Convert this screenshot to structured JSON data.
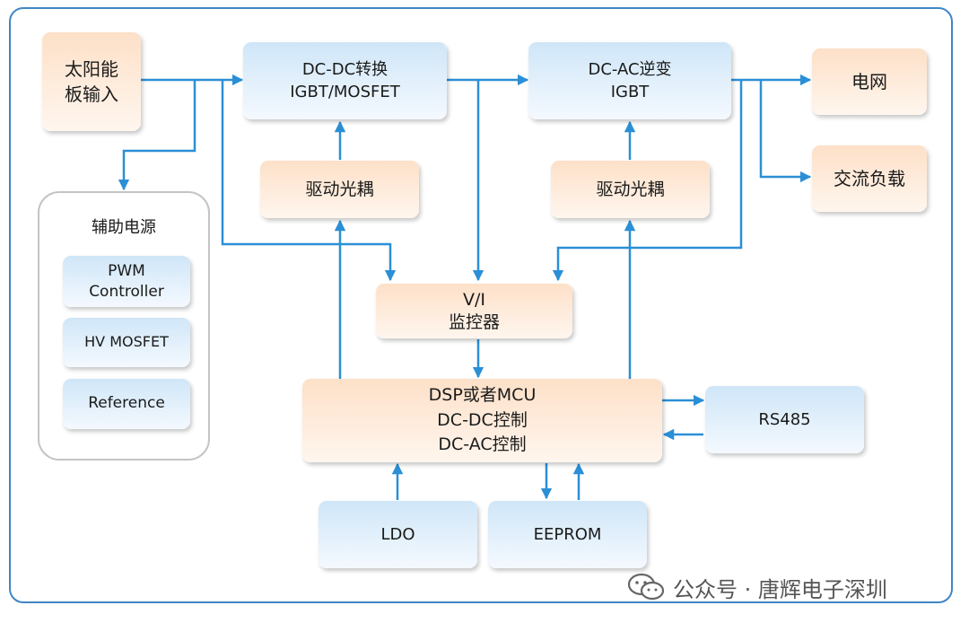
{
  "diagram": {
    "blocks": {
      "solar_input": [
        "太阳能",
        "板输入"
      ],
      "dcdc": [
        "DC-DC转换",
        "IGBT/MOSFET"
      ],
      "dcac": [
        "DC-AC逆变",
        "IGBT"
      ],
      "grid": "电网",
      "ac_load": "交流负载",
      "driver_left": "驱动光耦",
      "driver_right": "驱动光耦",
      "aux_power": "辅助电源",
      "pwm": [
        "PWM",
        "Controller"
      ],
      "hv_mosfet": "HV MOSFET",
      "reference": "Reference",
      "vi_monitor": [
        "V/I",
        "监控器"
      ],
      "mcu": [
        "DSP或者MCU",
        "DC-DC控制",
        "DC-AC控制"
      ],
      "rs485": "RS485",
      "ldo": "LDO",
      "eeprom": "EEPROM"
    },
    "line_color": "#2b8fd6",
    "orange_fill": "#fde0c8",
    "blue_fill": "#cfe6f8"
  },
  "watermark": {
    "icon": "wechat-icon",
    "text": "公众号 · 唐辉电子深圳"
  }
}
